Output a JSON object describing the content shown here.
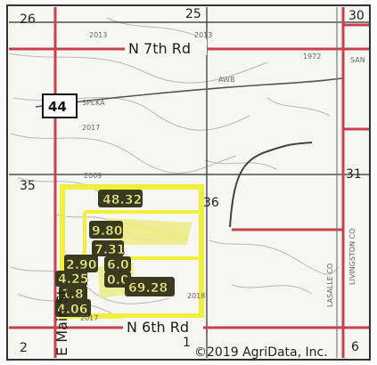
{
  "map": {
    "section_numbers": [
      "26",
      "25",
      "30",
      "35",
      "36",
      "31",
      "2",
      "1",
      "6"
    ],
    "roads": {
      "north": "N 7th Rd",
      "south": "N 6th Rd",
      "west": "E Main St",
      "highway_shield": "44",
      "small_east": "SAN"
    },
    "county_labels": [
      "LIVINGSTON CO",
      "LASALLE CO"
    ],
    "faint_labels": [
      "2013",
      "2013",
      "1972",
      "SPEKA",
      "2017",
      "2009",
      "2017",
      "2018",
      "AWB"
    ],
    "acre_labels": [
      "48.32",
      "9.80",
      "7.31",
      "6.0",
      "2.90",
      "0.0",
      "4.25",
      "1.8",
      "4.06",
      "69.28"
    ],
    "copyright": "©2019 AgriData, Inc.",
    "colors": {
      "road": "#c8414b",
      "boundary": "#f1ef3c",
      "field_fill": "#ecec8a",
      "label_box": "#3a3a1e"
    }
  }
}
